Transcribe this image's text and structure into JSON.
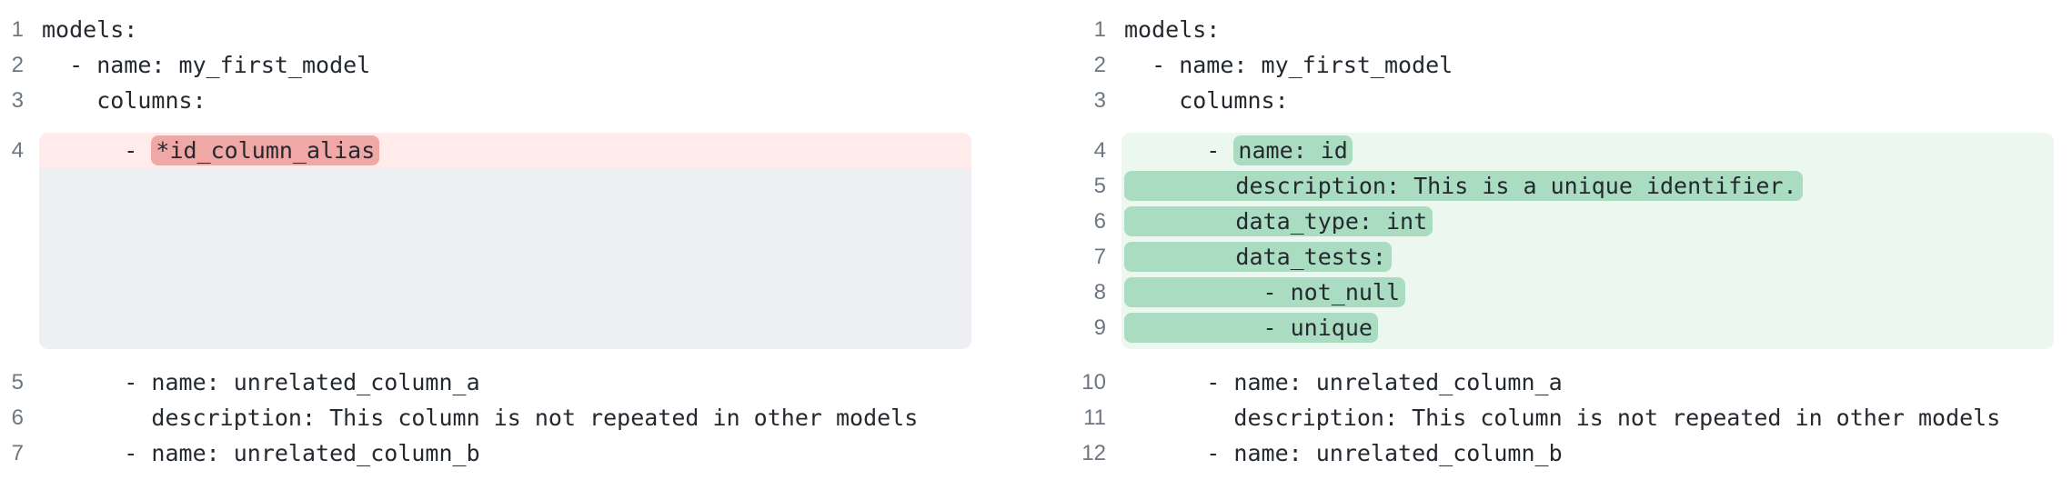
{
  "diff": {
    "left": {
      "lines": [
        {
          "num": "1",
          "text": "models:"
        },
        {
          "num": "2",
          "text": "  - name: my_first_model"
        },
        {
          "num": "3",
          "text": "    columns:"
        },
        {
          "num": "4",
          "pre": "      - ",
          "mark": "*id_column_alias"
        },
        {
          "num": "5",
          "text": "      - name: unrelated_column_a"
        },
        {
          "num": "6",
          "text": "        description: This column is not repeated in other models"
        },
        {
          "num": "7",
          "text": "      - name: unrelated_column_b"
        }
      ]
    },
    "right": {
      "lines": [
        {
          "num": "1",
          "text": "models:"
        },
        {
          "num": "2",
          "text": "  - name: my_first_model"
        },
        {
          "num": "3",
          "text": "    columns:"
        },
        {
          "num": "4",
          "pre": "      - ",
          "mark": "name: id"
        },
        {
          "num": "5",
          "mark": "        description: This is a unique identifier."
        },
        {
          "num": "6",
          "mark": "        data_type: int"
        },
        {
          "num": "7",
          "mark": "        data_tests:"
        },
        {
          "num": "8",
          "mark": "          - not_null"
        },
        {
          "num": "9",
          "mark": "          - unique"
        },
        {
          "num": "10",
          "text": "      - name: unrelated_column_a"
        },
        {
          "num": "11",
          "text": "        description: This column is not repeated in other models"
        },
        {
          "num": "12",
          "text": "      - name: unrelated_column_b"
        }
      ]
    }
  },
  "colors": {
    "removed_row_bg": "#ffebe9",
    "removed_word_bg": "#f0a8a6",
    "collapsed_region_bg": "#edeff2",
    "added_row_bg": "#ecf7f0",
    "added_word_bg": "#a9dcc0",
    "line_number": "#6e7781",
    "code_text": "#24292f",
    "page_bg": "#ffffff"
  }
}
